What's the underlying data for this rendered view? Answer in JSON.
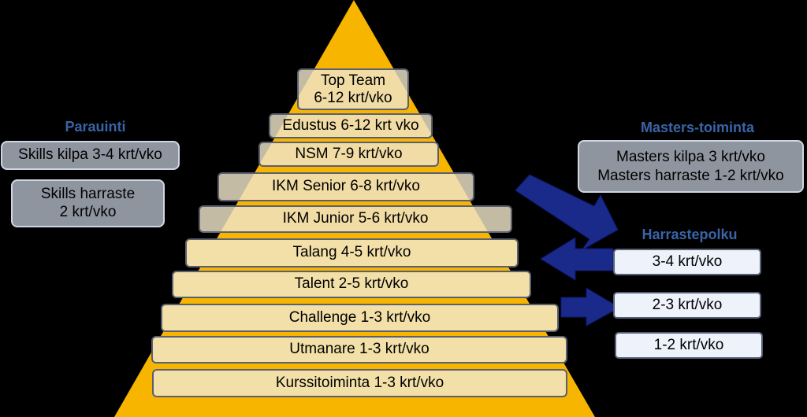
{
  "colors": {
    "background": "#000000",
    "pyramid": "#f7b500",
    "tier_fill": "#f2e0a8",
    "heading": "#3a64a8",
    "arrow": "#1a2a8a"
  },
  "pyramid": {
    "tiers": [
      {
        "line1": "Top Team",
        "line2": "6-12 krt/vko"
      },
      {
        "line1": "Edustus 6-12 krt vko",
        "line2": ""
      },
      {
        "line1": "NSM 7-9 krt/vko",
        "line2": ""
      },
      {
        "line1": "IKM Senior 6-8 krt/vko",
        "line2": ""
      },
      {
        "line1": "IKM Junior 5-6 krt/vko",
        "line2": ""
      },
      {
        "line1": "Talang 4-5 krt/vko",
        "line2": ""
      },
      {
        "line1": "Talent 2-5 krt/vko",
        "line2": ""
      },
      {
        "line1": "Challenge 1-3 krt/vko",
        "line2": ""
      },
      {
        "line1": "Utmanare 1-3 krt/vko",
        "line2": ""
      },
      {
        "line1": "Kurssitoiminta 1-3 krt/vko",
        "line2": ""
      }
    ]
  },
  "parauinti": {
    "heading": "Parauinti",
    "box1": "Skills kilpa 3-4 krt/vko",
    "box2_line1": "Skills harraste",
    "box2_line2": "2 krt/vko"
  },
  "masters": {
    "heading": "Masters-toiminta",
    "line1": "Masters kilpa 3 krt/vko",
    "line2": "Masters harraste 1-2 krt/vko"
  },
  "harrastepolku": {
    "heading": "Harrastepolku",
    "items": [
      "3-4 krt/vko",
      "2-3 krt/vko",
      "1-2 krt/vko"
    ]
  }
}
